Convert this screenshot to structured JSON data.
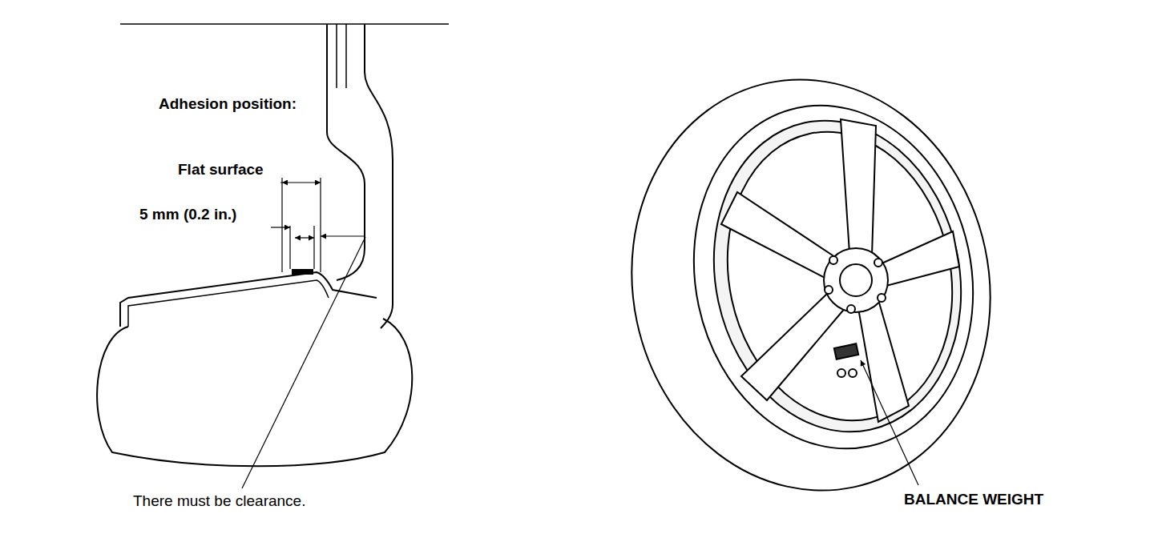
{
  "diagram": {
    "labels": [
      "Adhesion position:",
      "Flat surface",
      "5 mm (0.2 in.)",
      "There must be clearance.",
      "BALANCE WEIGHT"
    ]
  }
}
